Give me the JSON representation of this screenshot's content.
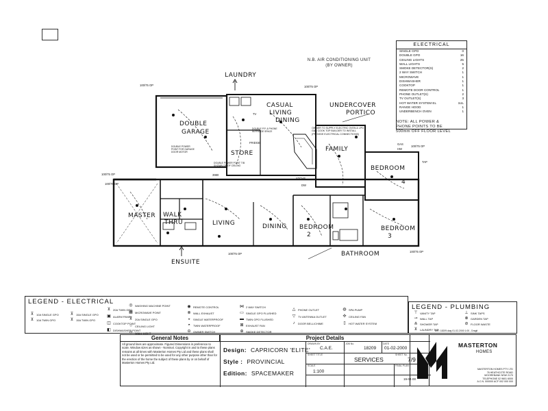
{
  "electrical_schedule": {
    "title": "ELECTRICAL",
    "rows": [
      {
        "label": "SINGLE GPO",
        "qty": "0"
      },
      {
        "label": "DOUBLE GPO",
        "qty": "16"
      },
      {
        "label": "CEILING LIGHTS",
        "qty": "25"
      },
      {
        "label": "WALL LIGHTS",
        "qty": "5"
      },
      {
        "label": "SMOKE DETECTOR(S)",
        "qty": "2"
      },
      {
        "label": "2 WAY SWITCH",
        "qty": "1"
      },
      {
        "label": "MICROWAVE",
        "qty": "1"
      },
      {
        "label": "DISHWASHER",
        "qty": "1"
      },
      {
        "label": "COOKTOP",
        "qty": "1"
      },
      {
        "label": "REMOTE DOOR CONTROL",
        "qty": "1"
      },
      {
        "label": "PHONE OUTLET(S)",
        "qty": "2"
      },
      {
        "label": "TV OUTLET(S)",
        "qty": "3"
      },
      {
        "label": "HOT WATER SYSTEM  EL",
        "qty": "1UL"
      },
      {
        "label": "RANGE HOOD",
        "qty": "1"
      },
      {
        "label": "UNDERBENCH OVEN",
        "qty": "1"
      }
    ]
  },
  "notes": {
    "air_conditioning": "N.B. AIR CONDITIONING UNIT",
    "by_owner": "(BY OWNER)",
    "power_points_1": "NOTE: ALL POWER &",
    "power_points_2": "PHONE POINTS TO BE",
    "power_points_3": "500mm OFF FLOOR LEVEL",
    "gas_supply": "OWNER TO SUPPLY ELECTRIC OVEN & LPG GAS COOK TOP BUILDER TO INSTALL (PROVIDE ELECTRICAL CONNECTIONS)",
    "double_power": "DOUBLE POWER POINT FOR GARAGE DOOR MOTOR",
    "double_power_2": "DOUBLE POWER POINT T/B SHOWN ON OF CEILING",
    "double_pp_fridge": "DOUBLE P.P. & PHONE IN FRIDGE SPACE"
  },
  "rooms": {
    "laundry": "LAUNDRY",
    "casual_1": "CASUAL",
    "casual_2": "LIVING",
    "casual_3": "DINING",
    "undercover_1": "UNDERCOVER",
    "undercover_2": "PORTICO",
    "double": "DOUBLE",
    "garage": "GARAGE",
    "store": "STORE",
    "family": "FAMILY",
    "bedroom4": "BEDROOM",
    "bedroom4_num": "4",
    "master": "MASTER",
    "walk_1": "WALK",
    "walk_2": "THRU",
    "living": "LIVING",
    "dining": "DINING",
    "bedroom2": "BEDROOM",
    "bedroom2_num": "2",
    "bedroom3": "BEDROOM",
    "bedroom3_num": "3",
    "bathroom": "BATHROOM",
    "ensuite": "ENSUITE"
  },
  "plan_marks": {
    "op1": "100/75 OP",
    "op2": "100/75 OP",
    "op3": "100/75 OP",
    "op4": "100/75 OP",
    "op5": "100/75 OP",
    "op6": "100/75 OP",
    "op7": "100/75 OP",
    "gas": "GAS",
    "hw": "HW",
    "tap": "TAP",
    "stove": "STOVE",
    "fridge": "FRIDGE",
    "dw": "DW",
    "tv": "TV",
    "ref": "3980"
  },
  "legend_electrical": {
    "title": "LEGEND - ELECTRICAL",
    "items": [
      "10A SINGLE GPO",
      "10A TWIN GPO",
      "15A SINGLE GPO",
      "15A TWIN GPO",
      "20A TWIN GPO",
      "ALARM PANEL",
      "COOKTOP POINT",
      "DISHWASHER POINT",
      "WASHING MACHINE POINT",
      "MICROWAVE POINT",
      "20A SINGLE GPO",
      "CEILING LIGHT",
      "WALL LIGHT",
      "REMOTE CONTROL",
      "WALL EXHAUST",
      "SINGLE WATERPROOF",
      "TWIN WATERPROOF",
      "OWNER SWITCH",
      "2 WAY SWITCH",
      "SINGLE GPO FLUSHED",
      "TWIN GPO FLUSHED",
      "EXHAUST FAN",
      "SMOKE DETECTOR",
      "PHONE OUTLET",
      "TV ANTENNA OUTLET",
      "DOOR BELL/CHIME",
      "SPA PUMP",
      "CEILING FAN",
      "HOT WATER SYSTEM"
    ]
  },
  "legend_plumbing": {
    "title": "LEGEND - PLUMBING",
    "items": [
      "VANITY TAP",
      "SINK TAPS",
      "WALL TAP",
      "GARDEN TAP",
      "SHOWER TAP",
      "FLOOR WASTE",
      "LAUNDRY TAP"
    ],
    "file_ref": "DIR: 18209.dwg 01-02-2000 1:00 - Dragit"
  },
  "general_notes": {
    "title": "General Notes",
    "text": "All ground lines are approximate. Figured Dimensions in preference to scale. Window sizes as shown - Nominal. Copyright in and to these plans remains at all times with Masterton Homes Pty Ltd and these plans shall not be used or be permitted to be used for any other purpose other than for the erection of the home the subject of these plans by or on behalf of Masterton Homes Pty Ltd."
  },
  "project": {
    "title": "Project Details",
    "design_label": "Design:",
    "design": "CAPRICORN 'ELITE'",
    "style_label": "Style :",
    "style": "PROVINCIAL",
    "edition_label": "Edition:",
    "edition": "SPACEMAKER",
    "drawn_by_label": "DRAWN BY",
    "drawn_by": "C.A.E.",
    "job_no_label": "JOB No.",
    "job_no": "18209",
    "date_label": "DATE",
    "date": "01-02-2000",
    "sheet_title_label": "SHEET TITLE",
    "sheet_title": "SERVICES",
    "sheet_no_label": "SHEET No.",
    "sheet_no": "7/9",
    "scale_label": "SCALE",
    "scale": "1:100",
    "final_plan_label": "FINAL PLAN",
    "final_plan_date": "19-04-00"
  },
  "company": {
    "name": "MASTERTON",
    "sub": "HOMES",
    "address": "MASTERTON HOMES PTY LTD\n76 HEATHCOTE ROAD\nMOOREBANK  NSW  2170\nTELEPHONE 02 9601 6000\nA.C.N. 000000  ACF 002 000 000"
  }
}
